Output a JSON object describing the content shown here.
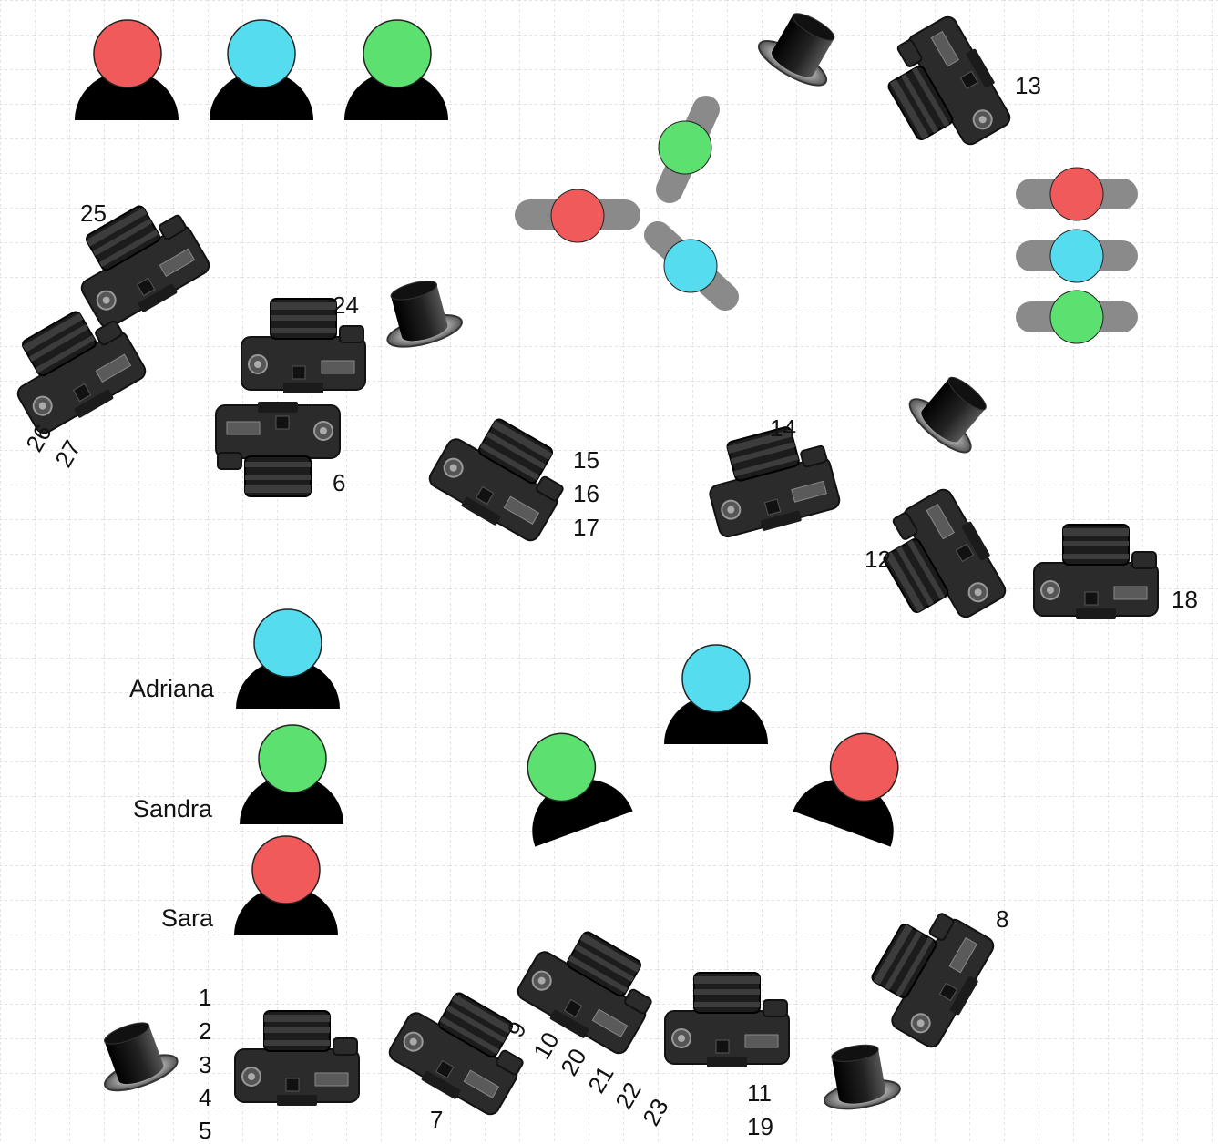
{
  "colors": {
    "red": "#f05a5a",
    "blue": "#55dcee",
    "green": "#5ce070",
    "body": "#000000",
    "track": "#8a8a8a",
    "grid": "#c9c9c9",
    "camera": "#2a2a2a"
  },
  "people": {
    "adriana": "Adriana",
    "sandra": "Sandra",
    "sara": "Sara"
  },
  "camera_numbers": {
    "n1": "1",
    "n2": "2",
    "n3": "3",
    "n4": "4",
    "n5": "5",
    "n6": "6",
    "n7": "7",
    "n8": "8",
    "n9": "9",
    "n10": "10",
    "n11": "11",
    "n12": "12",
    "n13": "13",
    "n14": "14",
    "n15": "15",
    "n16": "16",
    "n17": "17",
    "n18": "18",
    "n19": "19",
    "n20": "20",
    "n21": "21",
    "n22": "22",
    "n23": "23",
    "n24": "24",
    "n25": "25",
    "n26": "26",
    "n27": "27"
  },
  "icons": [
    "person-icon",
    "camera-icon",
    "light-icon",
    "dolly-track-icon"
  ]
}
